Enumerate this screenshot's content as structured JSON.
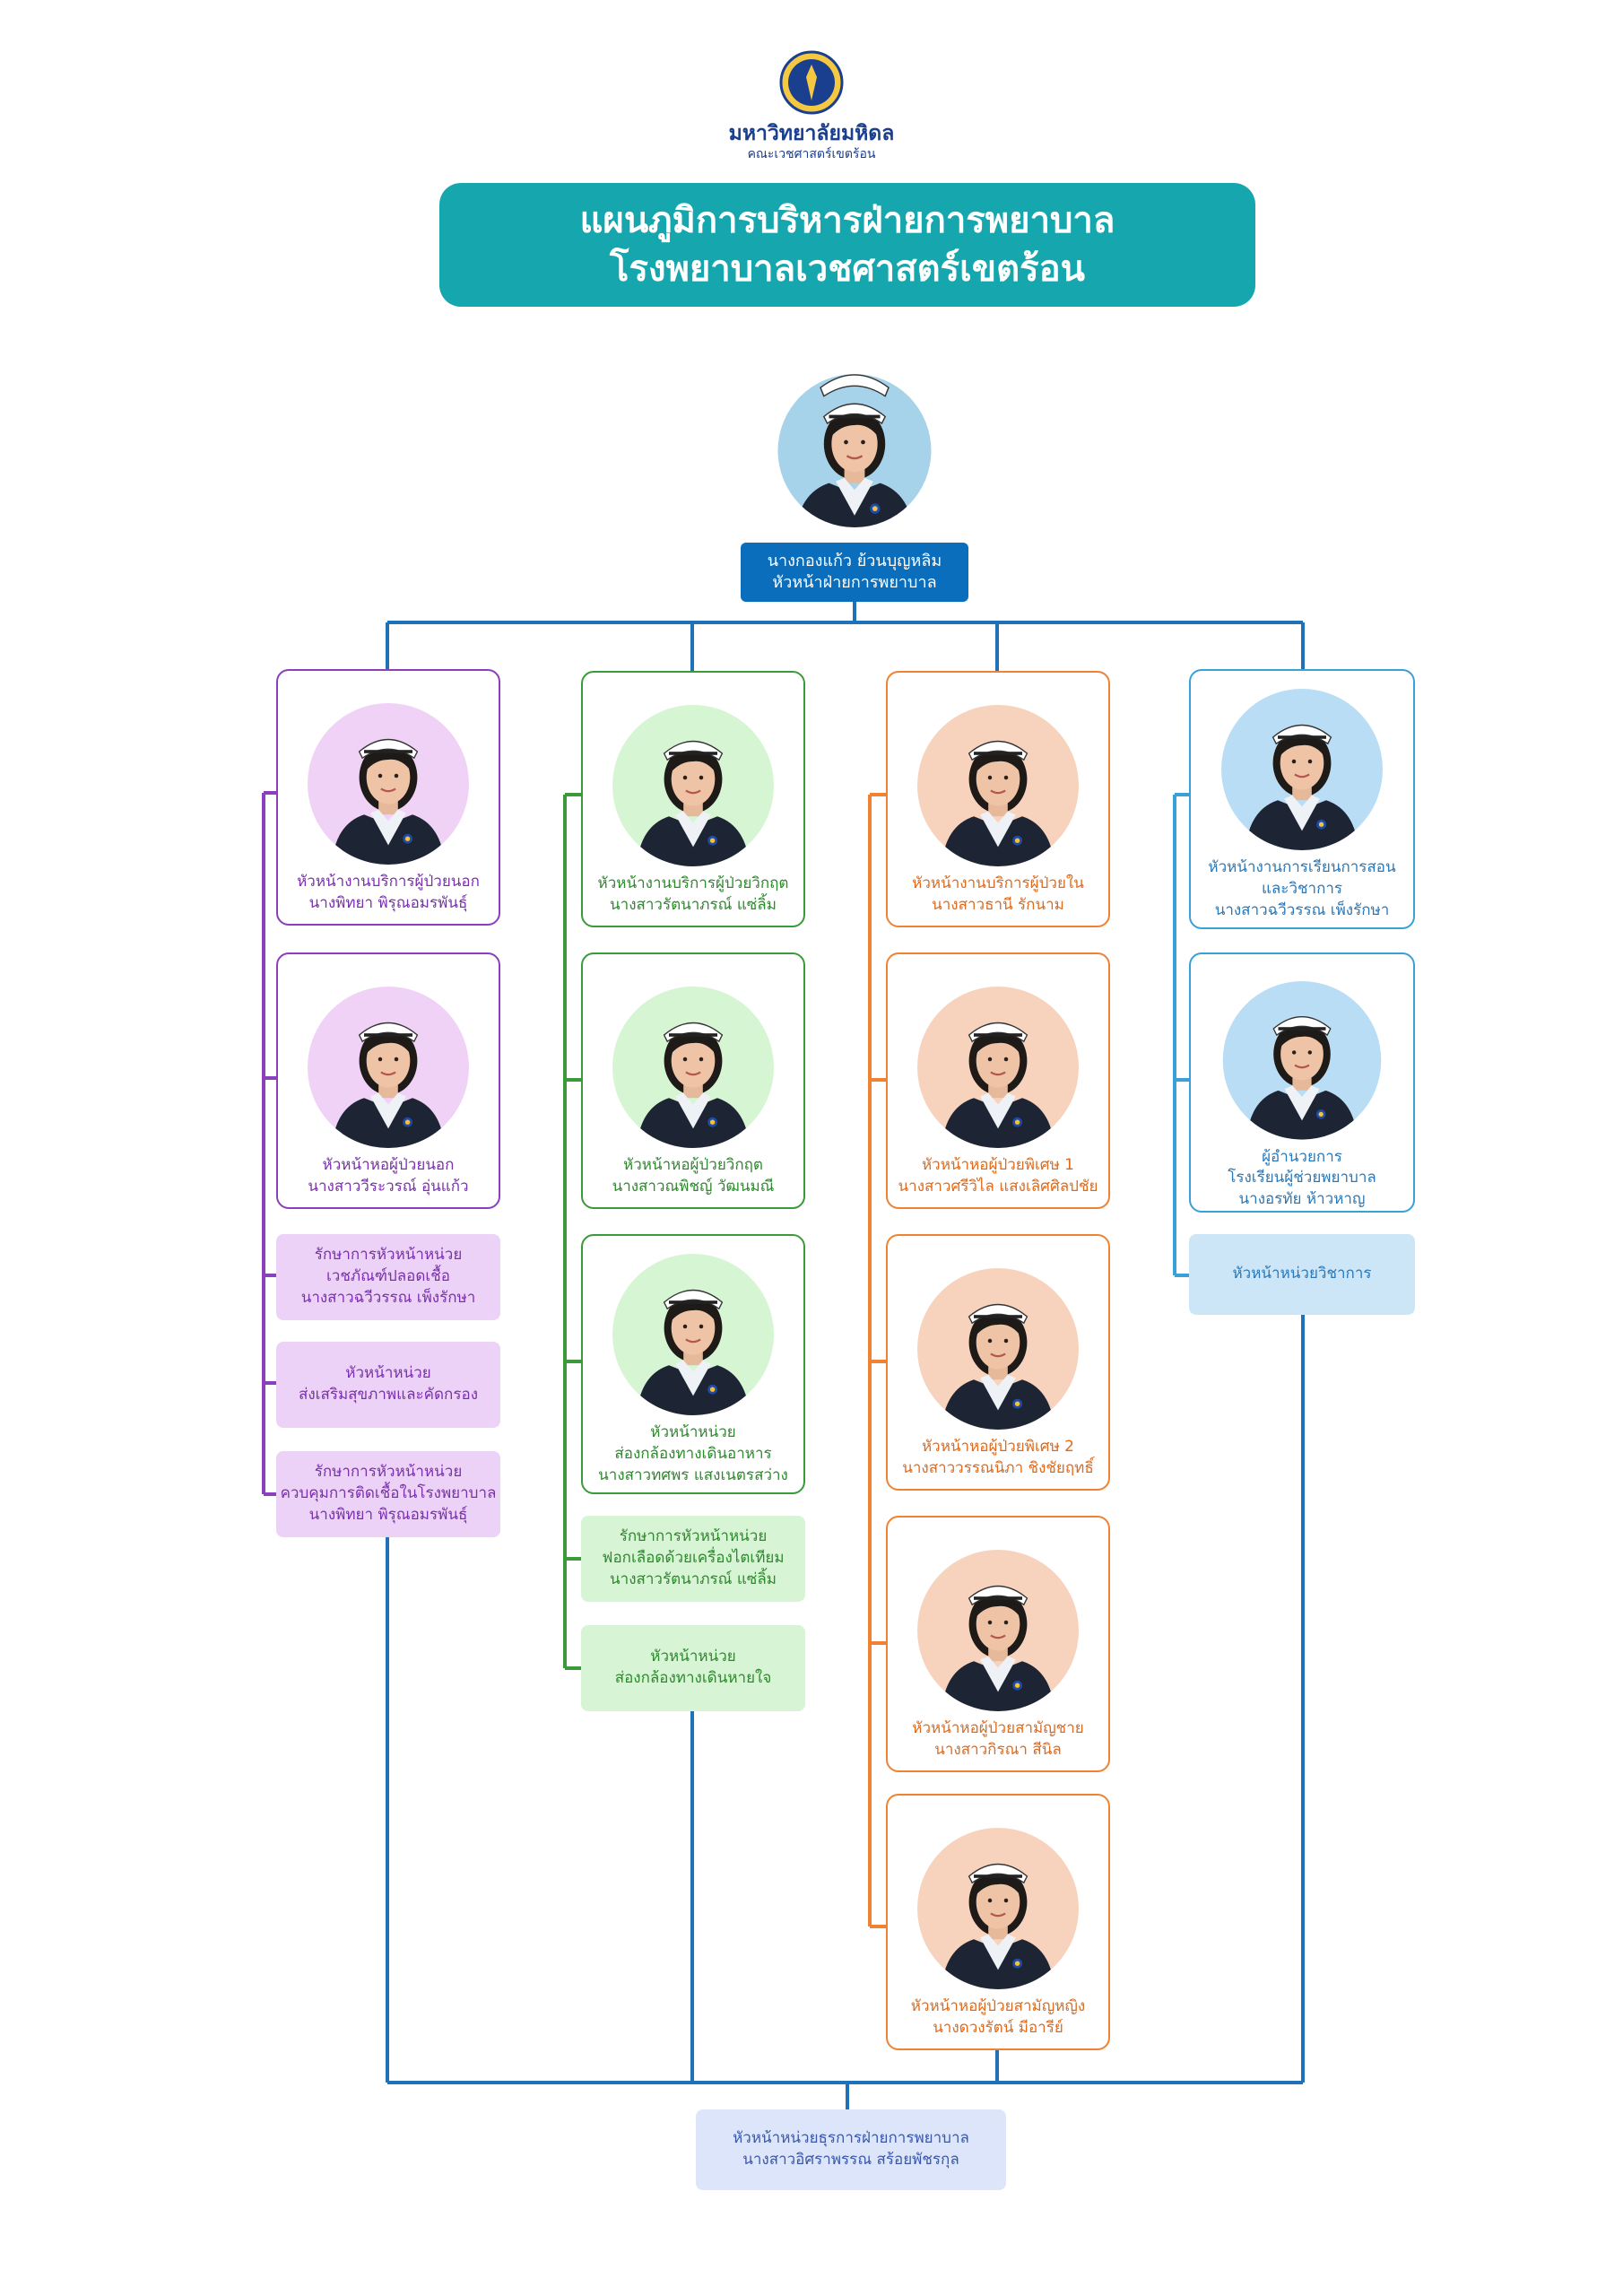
{
  "header": {
    "university": "มหาวิทยาลัยมหิดล",
    "faculty": "คณะเวชศาสตร์เขตร้อน",
    "title_line1": "แผนภูมิการบริหารฝ่ายการพยาบาล",
    "title_line2": "โรงพยาบาลเวชศาสตร์เขตร้อน"
  },
  "colors": {
    "banner": "#15a7ad",
    "director": "#0a6ebd",
    "connector": "#1f72b8",
    "purple": "#8a3fbd",
    "green": "#3a9a3a",
    "orange": "#ef8233",
    "blue": "#3aa0d8"
  },
  "director": {
    "name": "นางกองแก้ว ย้วนบุญหลิม",
    "role": "หัวหน้าฝ่ายการพยาบาล"
  },
  "col1": {
    "card1": {
      "role": "หัวหน้างานบริการผู้ป่วยนอก",
      "name": "นางพิทยา พิรุณอมรพันธุ์"
    },
    "card2": {
      "role": "หัวหน้าหอผู้ป่วยนอก",
      "name": "นางสาววีระวรณ์ อุ่นแก้ว"
    },
    "box1": {
      "line1": "รักษาการหัวหน้าหน่วย",
      "line2": "เวชภัณฑ์ปลอดเชื้อ",
      "line3": "นางสาวฉวีวรรณ เพ็งรักษา"
    },
    "box2": {
      "line1": "หัวหน้าหน่วย",
      "line2": "ส่งเสริมสุขภาพและคัดกรอง"
    },
    "box3": {
      "line1": "รักษาการหัวหน้าหน่วย",
      "line2": "ควบคุมการติดเชื้อในโรงพยาบาล",
      "line3": "นางพิทยา พิรุณอมรพันธุ์"
    }
  },
  "col2": {
    "card1": {
      "role": "หัวหน้างานบริการผู้ป่วยวิกฤต",
      "name": "นางสาวรัตนาภรณ์ แซ่ลิ้ม"
    },
    "card2": {
      "role": "หัวหน้าหอผู้ป่วยวิกฤต",
      "name": "นางสาวณพิชญ์ วัฒนมณี"
    },
    "card3": {
      "role1": "หัวหน้าหน่วย",
      "role2": "ส่องกล้องทางเดินอาหาร",
      "name": "นางสาวทศพร แสงเนตรสว่าง"
    },
    "box1": {
      "line1": "รักษาการหัวหน้าหน่วย",
      "line2": "ฟอกเลือดด้วยเครื่องไตเทียม",
      "line3": "นางสาวรัตนาภรณ์ แซ่ลิ้ม"
    },
    "box2": {
      "line1": "หัวหน้าหน่วย",
      "line2": "ส่องกล้องทางเดินหายใจ"
    }
  },
  "col3": {
    "card1": {
      "role": "หัวหน้างานบริการผู้ป่วยใน",
      "name": "นางสาวธานี รักนาม"
    },
    "card2": {
      "role": "หัวหน้าหอผู้ป่วยพิเศษ 1",
      "name": "นางสาวศรีวิไล แสงเลิศศิลปชัย"
    },
    "card3": {
      "role": "หัวหน้าหอผู้ป่วยพิเศษ 2",
      "name": "นางสาววรรณนิภา ชิงชัยฤทธิ์"
    },
    "card4": {
      "role": "หัวหน้าหอผู้ป่วยสามัญชาย",
      "name": "นางสาวกิรณา สีนิล"
    },
    "card5": {
      "role": "หัวหน้าหอผู้ป่วยสามัญหญิง",
      "name": "นางดวงรัตน์ มีอารีย์"
    }
  },
  "col4": {
    "card1": {
      "role1": "หัวหน้างานการเรียนการสอน",
      "role2": "และวิชาการ",
      "name": "นางสาวฉวีวรรณ เพ็งรักษา"
    },
    "card2": {
      "role1": "ผู้อำนวยการ",
      "role2": "โรงเรียนผู้ช่วยพยาบาล",
      "name": "นางอรทัย ห้าวหาญ"
    },
    "box1": {
      "line1": "หัวหน้าหน่วยวิชาการ"
    }
  },
  "bottom": {
    "role": "หัวหน้าหน่วยธุรการฝ่ายการพยาบาล",
    "name": "นางสาวอิศราพรรณ สร้อยพัชรกุล"
  }
}
